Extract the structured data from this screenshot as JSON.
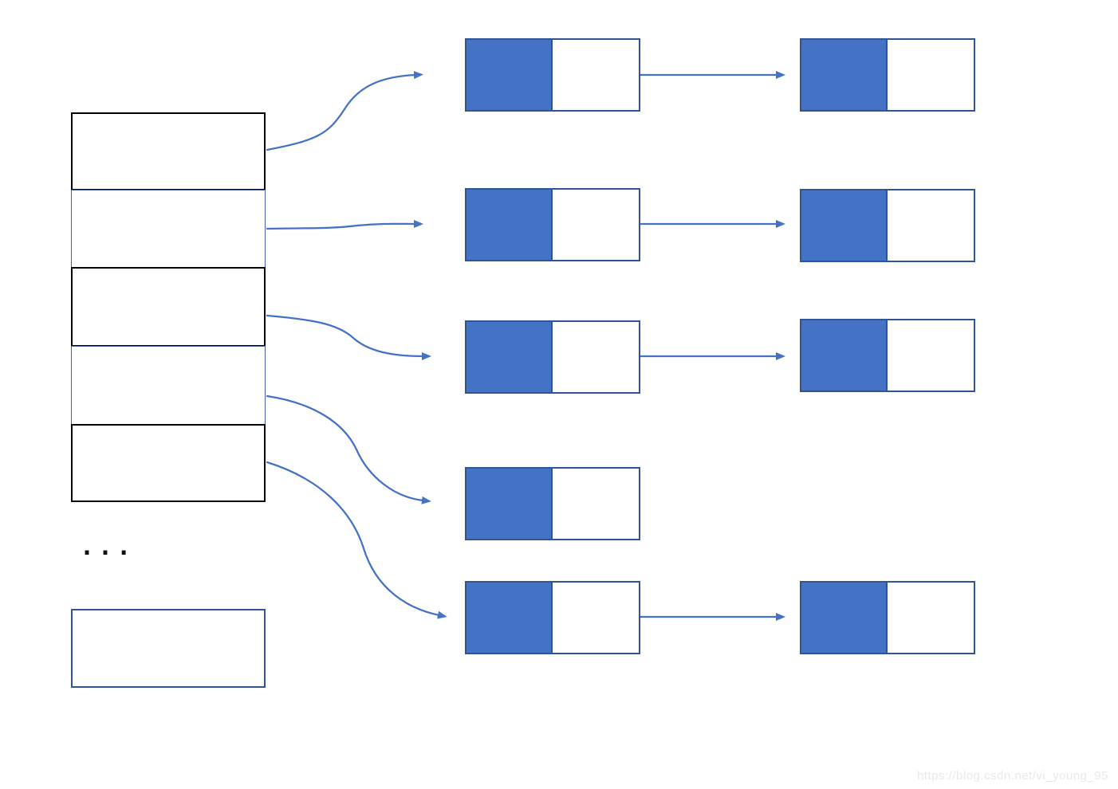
{
  "labels": {
    "ellipsis": "..."
  },
  "watermark": {
    "text": "https://blog.csdn.net/vi_young_95"
  },
  "colors": {
    "background": "#FFFFFF",
    "node_fill": "#4472C4",
    "node_border": "#2F5597",
    "arrow_color": "#4472C4",
    "bucket_border_dark": "#000000",
    "bucket_border_blue": "#44619E",
    "extra_bucket_border": "#2F5597",
    "watermark_color": "#E9E9E9"
  },
  "structure": {
    "type": "hash-table-with-linked-chains",
    "visible_bucket_cells": 5,
    "ellipsis_between_buckets": true,
    "extra_bucket_below_ellipsis": true,
    "chains": [
      {
        "bucket": 1,
        "node_count": 2
      },
      {
        "bucket": 2,
        "node_count": 2
      },
      {
        "bucket": 3,
        "node_count": 2
      },
      {
        "bucket": 4,
        "node_count": 1
      },
      {
        "bucket": 5,
        "node_count": 2
      }
    ]
  }
}
